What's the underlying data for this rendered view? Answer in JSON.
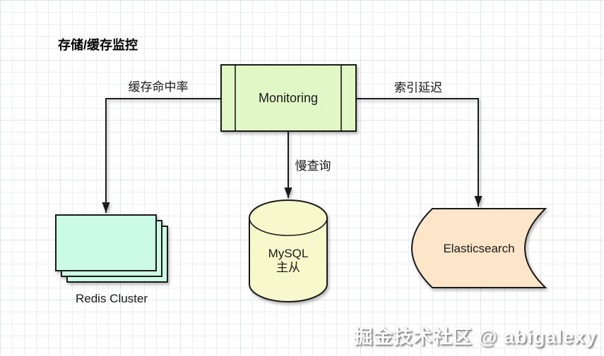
{
  "title": "存储/缓存监控",
  "watermark": "掘金技术社区 @ abigalexy",
  "nodes": {
    "monitoring": {
      "label": "Monitoring",
      "shape": "process",
      "fill": "#e2f7c6"
    },
    "redis": {
      "label": "Redis Cluster",
      "shape": "stacked-rectangles",
      "fill": "#cbfbe5"
    },
    "mysql": {
      "label_line1": "MySQL",
      "label_line2": "主从",
      "shape": "cylinder",
      "fill": "#f8f9ca"
    },
    "elasticsearch": {
      "label": "Elasticsearch",
      "shape": "stored-data",
      "fill": "#fde5ca"
    }
  },
  "edges": {
    "monitoring_to_redis": {
      "label": "缓存命中率"
    },
    "monitoring_to_mysql": {
      "label": "慢查询"
    },
    "monitoring_to_elasticsearch": {
      "label": "索引延迟"
    }
  },
  "colors": {
    "stroke": "#1a1a1a",
    "text": "#1a1a1a",
    "grid_minor": "#eceff0",
    "grid_major": "#dfe5e5",
    "background": "#ffffff",
    "watermark_text": "#ffffff"
  }
}
